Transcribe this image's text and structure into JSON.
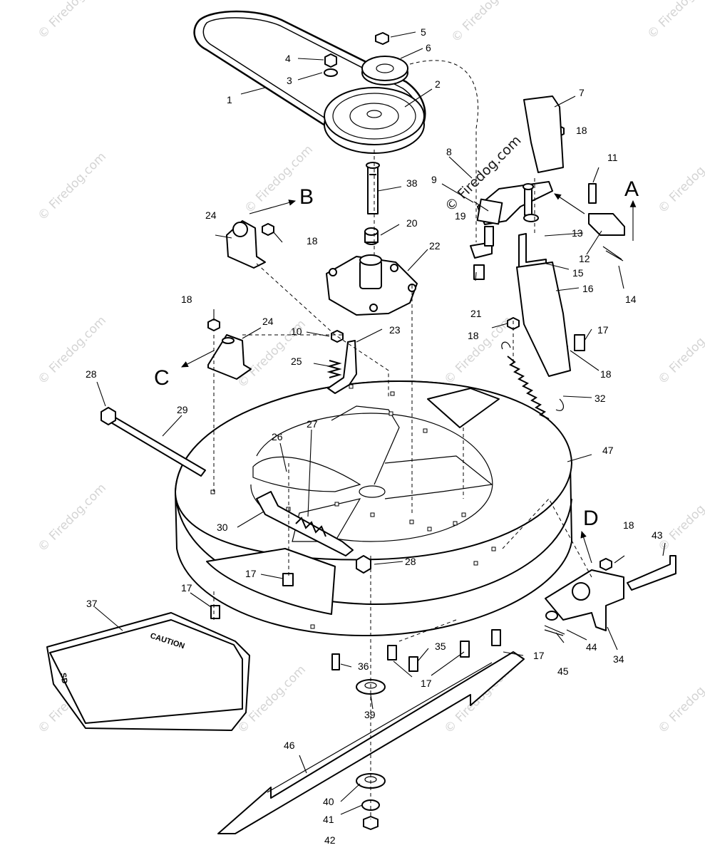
{
  "watermark": {
    "text": "© Firedog.com",
    "featured_text": "© Firedog.com"
  },
  "arrows": {
    "a": "A",
    "b": "B",
    "c": "C",
    "d": "D"
  },
  "decal": {
    "caution_text": "CAUTION",
    "brand_text": "SD"
  },
  "callouts": {
    "c1": "1",
    "c2": "2",
    "c3": "3",
    "c4": "4",
    "c5": "5",
    "c6": "6",
    "c7": "7",
    "c8": "8",
    "c9": "9",
    "c10a": "10",
    "c11": "11",
    "c12": "12",
    "c13": "13",
    "c14": "14",
    "c15": "15",
    "c16": "16",
    "c17a": "17",
    "c17b": "17",
    "c17c": "17",
    "c17d": "17",
    "c17e": "17",
    "c18a": "18",
    "c18b": "18",
    "c18c": "18",
    "c18d": "18",
    "c18e": "18",
    "c18f": "18",
    "c19": "19",
    "c20": "20",
    "c21": "21",
    "c22": "22",
    "c23": "23",
    "c24a": "24",
    "c24b": "24",
    "c25": "25",
    "c26": "26",
    "c27": "27",
    "c28a": "28",
    "c28b": "28",
    "c29": "29",
    "c30": "30",
    "c32": "32",
    "c34": "34",
    "c35": "35",
    "c36": "36",
    "c37": "37",
    "c38": "38",
    "c39": "39",
    "c40": "40",
    "c41": "41",
    "c42": "42",
    "c43": "43",
    "c44": "44",
    "c45": "45",
    "c46": "46",
    "c47": "47"
  }
}
